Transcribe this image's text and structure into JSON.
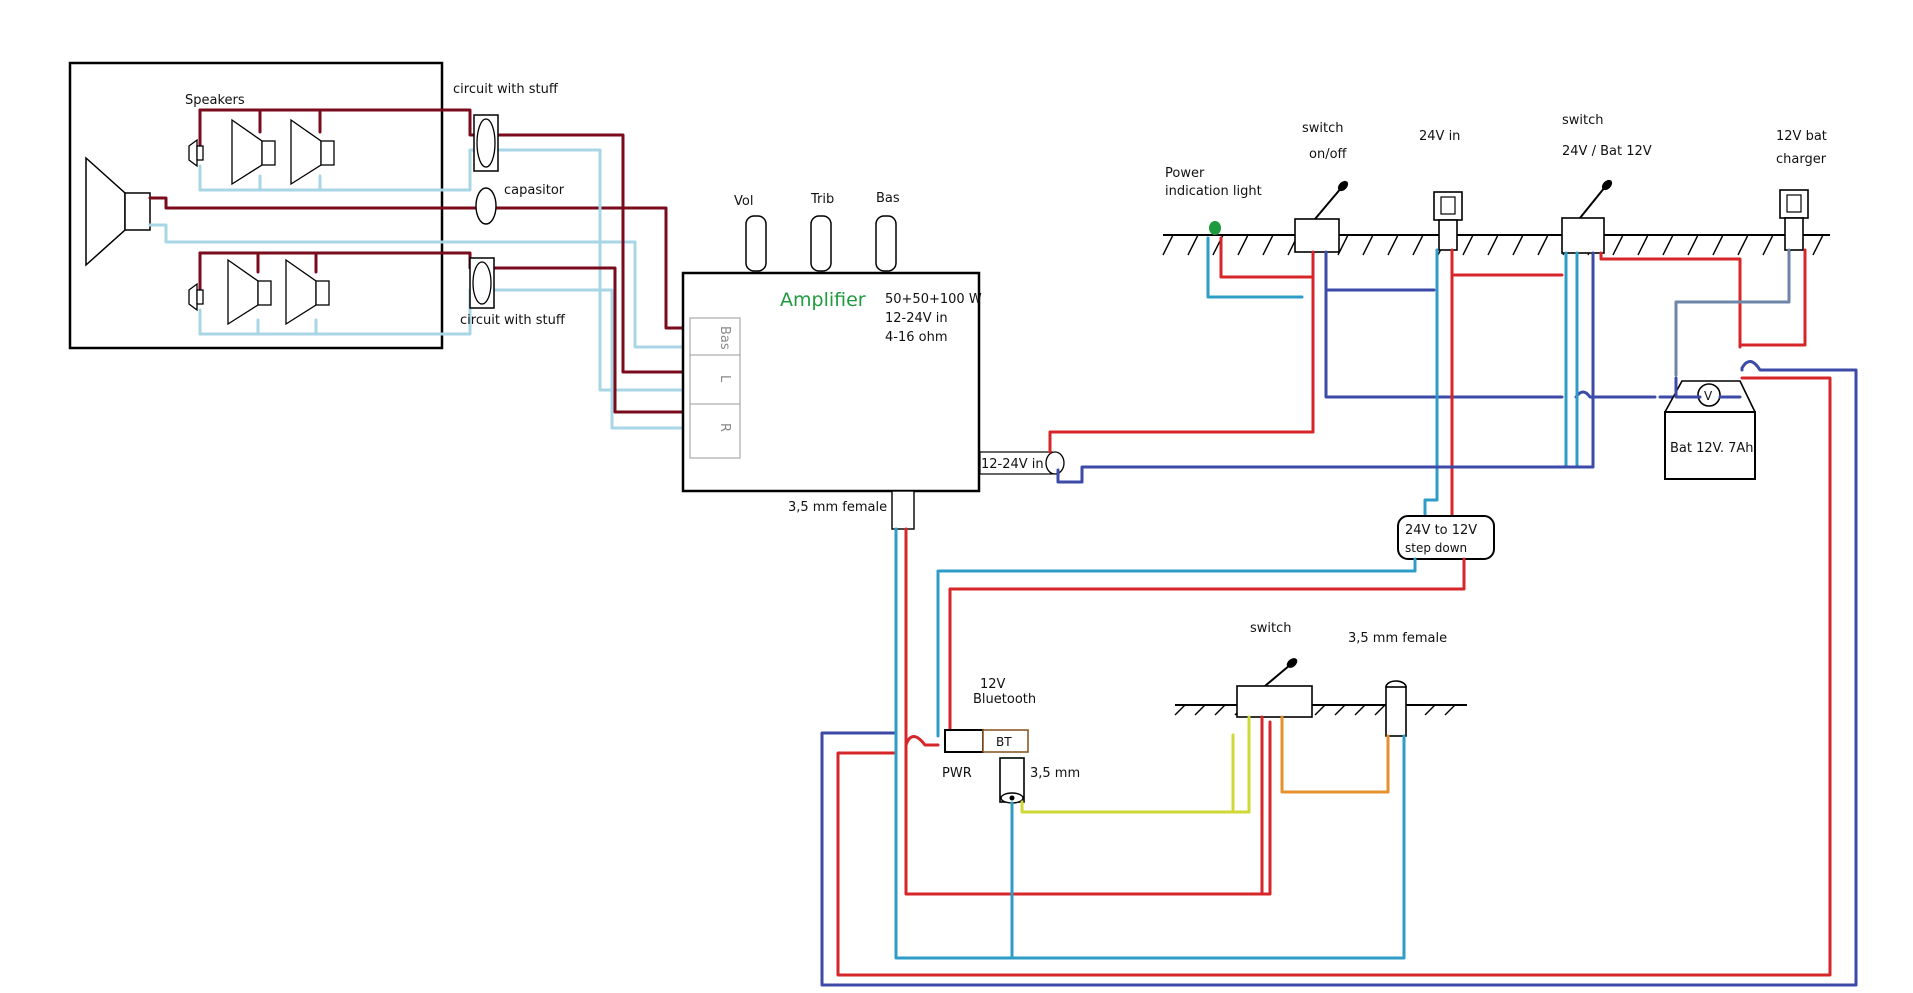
{
  "colors": {
    "maroon": "#7a0b1c",
    "red": "#d7262a",
    "lightblue": "#a9d6e6",
    "cyan": "#2d9cc7",
    "navy": "#3c4aa8",
    "green": "#1f9a3e",
    "yellow": "#cfd835",
    "orange": "#e6902e",
    "slate": "#6c86a7"
  },
  "labels": {
    "speakers": "Speakers",
    "circuit_top": "circuit with stuff",
    "capacitor": "capasitor",
    "circuit_bottom": "circuit with stuff",
    "knob_vol": "Vol",
    "knob_trib": "Trib",
    "knob_bas": "Bas",
    "amplifier": "Amplifier",
    "amp_spec_1": "50+50+100 W",
    "amp_spec_2": "12-24V in",
    "amp_spec_3": "4-16 ohm",
    "port_bas": "Bas",
    "port_l": "L",
    "port_r": "R",
    "amp_power_in": "12-24V in",
    "amp_aux_in": "3,5 mm female",
    "power_light_1": "Power",
    "power_light_2": "indication light",
    "switch_onoff_1": "switch",
    "switch_onoff_2": "on/off",
    "in_24v": "24V in",
    "switch_select_1": "switch",
    "switch_select_2": "24V / Bat 12V",
    "charger_1": "12V bat",
    "charger_2": "charger",
    "battery": "Bat 12V. 7Ah",
    "voltmeter": "V",
    "stepdown_1": "24V to 12V",
    "stepdown_2": "step down",
    "bt_title_1": "12V",
    "bt_title_2": "Bluetooth",
    "bt": "BT",
    "pwr": "PWR",
    "bt_jack": "3,5 mm",
    "switch_audio": "switch",
    "jack_female": "3,5 mm female"
  }
}
